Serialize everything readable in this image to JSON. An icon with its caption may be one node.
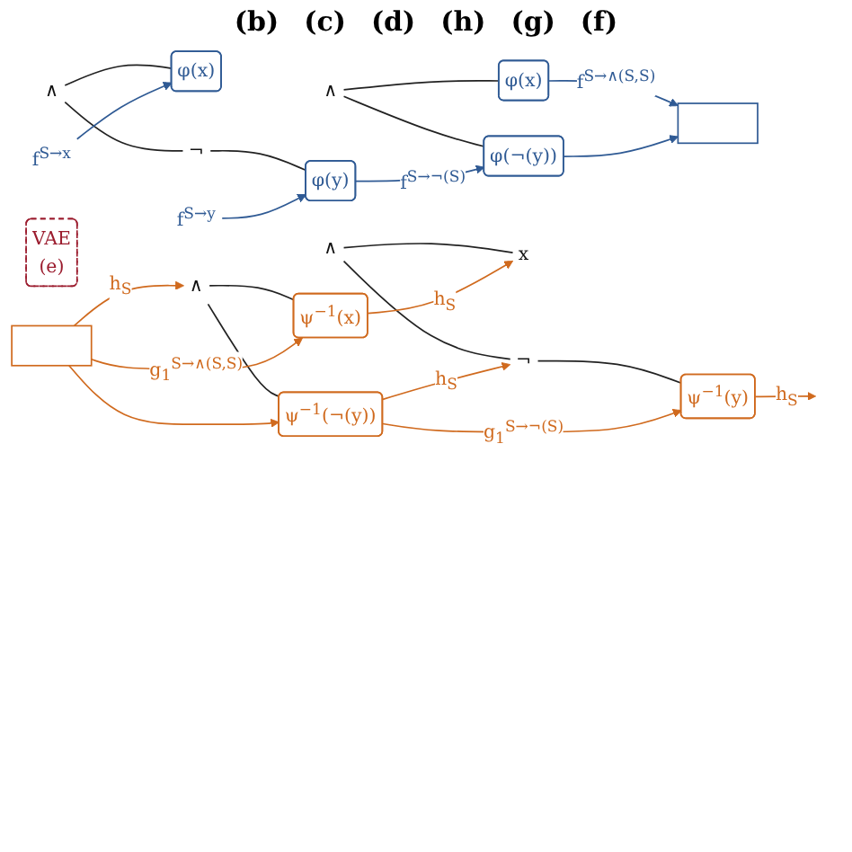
{
  "diagram": {
    "nodes": [
      {
        "text": [
          "∧"
        ]
      },
      {
        "text": [
          "φ(x)"
        ]
      },
      {
        "text": [
          "¬"
        ]
      },
      {
        "text": [
          "φ(y)"
        ]
      },
      {
        "text": [
          "f$^{S→x}$"
        ]
      },
      {
        "text": [
          "f$^{S→y}$"
        ]
      },
      {
        "text": [
          "∧"
        ]
      },
      {
        "text": [
          "φ(x)"
        ]
      },
      {
        "text": [
          "φ(¬(y))"
        ]
      },
      {
        "text": [],
        "shape": "box"
      },
      {
        "text": [
          "VAE",
          "(e)"
        ]
      },
      {
        "text": [
          "∧"
        ]
      },
      {
        "text": [
          "x"
        ]
      },
      {
        "text": [
          "¬"
        ]
      },
      {
        "text": [
          "ψ$^{−1}$(y)"
        ]
      },
      {
        "text": [
          "∧"
        ]
      },
      {
        "text": [
          "ψ$^{−1}$(x)"
        ]
      },
      {
        "text": [
          "ψ$^{−1}$(¬(y))"
        ]
      },
      {
        "text": [],
        "shape": "box"
      }
    ],
    "edges": [
      {
        "from": 0,
        "to": 1,
        "arrow": "none"
      },
      {
        "from": 0,
        "to": 2,
        "arrow": "none"
      },
      {
        "from": 2,
        "to": 3,
        "arrow": "none"
      },
      {
        "from": 4,
        "to": 1,
        "arrow": "to",
        "color": "#2f5a94"
      },
      {
        "from": 5,
        "to": 3,
        "arrow": "to",
        "color": "#2f5a94"
      },
      {
        "from": 6,
        "to": 7,
        "arrow": "none"
      },
      {
        "from": 6,
        "to": 8,
        "arrow": "none"
      },
      {
        "from": 3,
        "to": 8,
        "arrow": "to",
        "label": "f$^{S→¬(S)}$",
        "color": "#2f5a94"
      },
      {
        "from": 7,
        "to": 9,
        "arrow": "to",
        "label": "f$^{S→∧(S,S)}$",
        "color": "#2f5a94"
      },
      {
        "from": 8,
        "to": 9,
        "arrow": "to",
        "color": "#2f5a94"
      },
      {
        "from": 11,
        "to": 12,
        "arrow": "none"
      },
      {
        "from": 11,
        "to": 13,
        "arrow": "none"
      },
      {
        "from": 13,
        "to": 14,
        "arrow": "none"
      },
      {
        "from": 14,
        "to": null,
        "arrow": "to",
        "label": "h$_{S}$",
        "color": "#d06a1e"
      },
      {
        "from": 15,
        "to": 16,
        "arrow": "none"
      },
      {
        "from": 15,
        "to": 17,
        "arrow": "none"
      },
      {
        "from": 16,
        "to": 12,
        "arrow": "to",
        "label": "h$_{S}$",
        "color": "#d06a1e"
      },
      {
        "from": 17,
        "to": 13,
        "arrow": "to",
        "label": "h$_{S}$",
        "color": "#d06a1e"
      },
      {
        "from": 17,
        "to": 14,
        "arrow": "to",
        "label": "g$_{1}$$^{S→¬(S)}$",
        "color": "#d06a1e"
      },
      {
        "from": 18,
        "to": 15,
        "arrow": "to",
        "label": "h$_{S}$",
        "color": "#d06a1e"
      },
      {
        "from": 18,
        "to": 16,
        "arrow": "to",
        "label": "g$_{1}$$^{S→∧(S,S)}$",
        "color": "#d06a1e"
      },
      {
        "from": 18,
        "to": 17,
        "arrow": "to",
        "color": "#d06a1e"
      }
    ],
    "labels": [
      "(b)",
      "(c)",
      "(d)",
      "(h)",
      "(g)",
      "(f)"
    ]
  }
}
